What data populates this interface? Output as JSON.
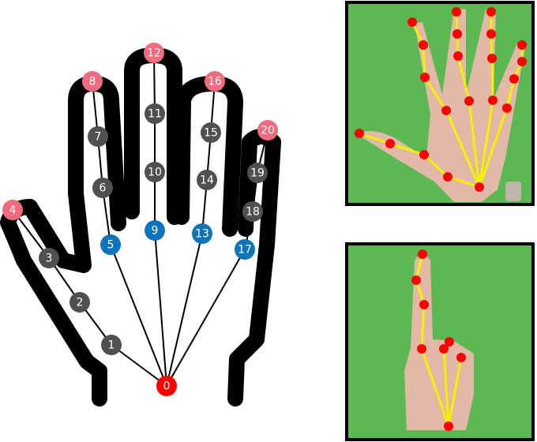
{
  "diagram": {
    "keypoints": [
      {
        "id": 0,
        "label": "0",
        "role": "wrist"
      },
      {
        "id": 1,
        "label": "1",
        "role": "joint"
      },
      {
        "id": 2,
        "label": "2",
        "role": "joint"
      },
      {
        "id": 3,
        "label": "3",
        "role": "joint"
      },
      {
        "id": 4,
        "label": "4",
        "role": "tip"
      },
      {
        "id": 5,
        "label": "5",
        "role": "base"
      },
      {
        "id": 6,
        "label": "6",
        "role": "joint"
      },
      {
        "id": 7,
        "label": "7",
        "role": "joint"
      },
      {
        "id": 8,
        "label": "8",
        "role": "tip"
      },
      {
        "id": 9,
        "label": "9",
        "role": "base"
      },
      {
        "id": 10,
        "label": "10",
        "role": "joint"
      },
      {
        "id": 11,
        "label": "11",
        "role": "joint"
      },
      {
        "id": 12,
        "label": "12",
        "role": "tip"
      },
      {
        "id": 13,
        "label": "13",
        "role": "base"
      },
      {
        "id": 14,
        "label": "14",
        "role": "joint"
      },
      {
        "id": 15,
        "label": "15",
        "role": "joint"
      },
      {
        "id": 16,
        "label": "16",
        "role": "tip"
      },
      {
        "id": 17,
        "label": "17",
        "role": "base"
      },
      {
        "id": 18,
        "label": "18",
        "role": "joint"
      },
      {
        "id": 19,
        "label": "19",
        "role": "joint"
      },
      {
        "id": 20,
        "label": "20",
        "role": "tip"
      }
    ],
    "connections": [
      [
        0,
        1
      ],
      [
        1,
        2
      ],
      [
        2,
        3
      ],
      [
        3,
        4
      ],
      [
        0,
        5
      ],
      [
        5,
        6
      ],
      [
        6,
        7
      ],
      [
        7,
        8
      ],
      [
        0,
        9
      ],
      [
        9,
        10
      ],
      [
        10,
        11
      ],
      [
        11,
        12
      ],
      [
        0,
        13
      ],
      [
        13,
        14
      ],
      [
        14,
        15
      ],
      [
        15,
        16
      ],
      [
        0,
        17
      ],
      [
        17,
        18
      ],
      [
        18,
        19
      ],
      [
        19,
        20
      ]
    ]
  },
  "photos": [
    {
      "name": "open-hand-photo",
      "pose": "open hand",
      "keypoint_count": 21
    },
    {
      "name": "pointing-hand-photo",
      "pose": "index finger pointing",
      "keypoint_count": 9
    }
  ],
  "colors": {
    "wrist": "#fe0000",
    "base": "#0e75bd",
    "joint": "#505050",
    "tip": "#ef6b7d",
    "outline": "#000000",
    "photo_background": "#5cb852",
    "photo_keypoint": "#ff0000",
    "photo_connection": "#f3f300",
    "skin": "#e2b8a6",
    "photo_border": "#000000"
  }
}
